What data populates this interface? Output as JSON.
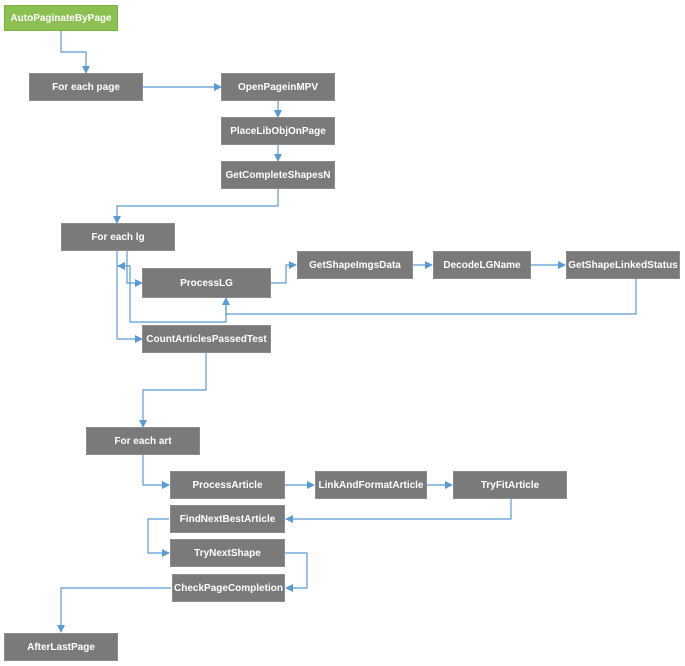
{
  "nodes": {
    "auto_paginate": "AutoPaginateByPage",
    "for_each_page": "For each page",
    "open_page": "OpenPageinMPV",
    "place_lib": "PlaceLibObjOnPage",
    "get_complete_shapes": "GetCompleteShapesN",
    "for_each_lg": "For each lg",
    "process_lg": "ProcessLG",
    "get_shape_imgs": "GetShapeImgsData",
    "decode_lg": "DecodeLGName",
    "get_shape_linked": "GetShapeLinkedStatus",
    "count_articles": "CountArticlesPassedTest",
    "for_each_art": "For each art",
    "process_article": "ProcessArticle",
    "link_format": "LinkAndFormatArticle",
    "try_fit": "TryFitArticle",
    "find_next_best": "FindNextBestArticle",
    "try_next_shape": "TryNextShape",
    "check_completion": "CheckPageCompletion",
    "after_last_page": "AfterLastPage"
  },
  "colors": {
    "node_gray": "#7a7a7a",
    "start_green": "#8cc152",
    "connector_blue": "#5b9bd5"
  }
}
